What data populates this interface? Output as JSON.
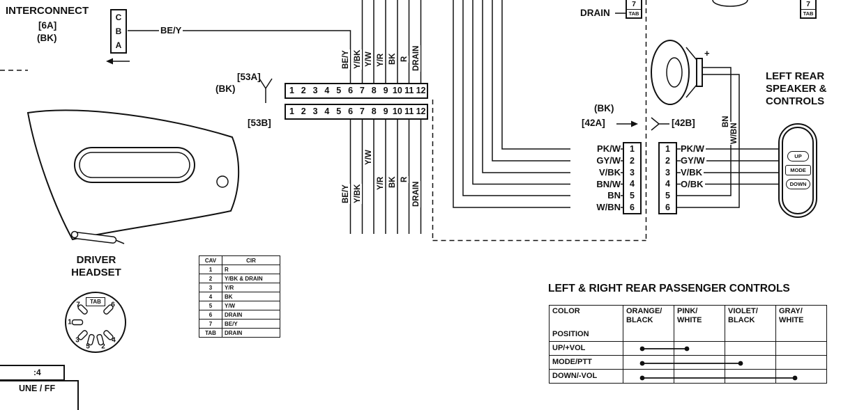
{
  "colors": {
    "ink": "#111111",
    "bg": "#ffffff"
  },
  "interconnect": {
    "title": "INTERCONNECT",
    "ref": "[6A]",
    "color": "(BK)",
    "pins": [
      "C",
      "B",
      "A"
    ],
    "wire": "BE/Y"
  },
  "c53": {
    "color": "(BK)",
    "ref_a": "[53A]",
    "ref_b": "[53B]",
    "pins": [
      "1",
      "2",
      "3",
      "4",
      "5",
      "6",
      "7",
      "8",
      "9",
      "10",
      "11",
      "12"
    ],
    "top_wires": [
      "BE/Y",
      "Y/BK",
      "Y/W",
      "Y/R",
      "BK",
      "R",
      "DRAIN"
    ],
    "bottom_wires": [
      "BE/Y",
      "Y/BK",
      "Y/W",
      "Y/R",
      "BK",
      "R",
      "DRAIN"
    ]
  },
  "drain_connector": {
    "label": "DRAIN",
    "pin": "7",
    "tab": "TAB"
  },
  "corner_connector": {
    "pin": "7",
    "tab": "TAB"
  },
  "headset": {
    "title": [
      "DRIVER",
      "HEADSET"
    ],
    "positions": [
      "TAB",
      "7",
      "6",
      "1",
      "3",
      "5",
      "2",
      "4"
    ]
  },
  "cav_table": {
    "headers": [
      "CAV",
      "CIR"
    ],
    "rows": [
      [
        "1",
        "R"
      ],
      [
        "2",
        "Y/BK & DRAIN"
      ],
      [
        "3",
        "Y/R"
      ],
      [
        "4",
        "BK"
      ],
      [
        "5",
        "Y/W"
      ],
      [
        "6",
        "DRAIN"
      ],
      [
        "7",
        "BE/Y"
      ],
      [
        "TAB",
        "DRAIN"
      ]
    ]
  },
  "c42": {
    "color": "(BK)",
    "ref_a": "[42A]",
    "ref_b": "[42B]",
    "pins": [
      "1",
      "2",
      "3",
      "4",
      "5",
      "6"
    ],
    "left_wires": [
      "PK/W",
      "GY/W",
      "V/BK",
      "BN/W",
      "BN",
      "W/BN"
    ],
    "right_wires": [
      "PK/W",
      "GY/W",
      "V/BK",
      "O/BK"
    ],
    "speaker_wires": [
      "BN",
      "W/BN"
    ]
  },
  "speaker": {
    "plus": "+",
    "title": [
      "LEFT REAR",
      "SPEAKER &",
      "CONTROLS"
    ]
  },
  "pod": {
    "buttons": [
      "UP",
      "MODE",
      "DOWN"
    ]
  },
  "passenger": {
    "title": "LEFT & RIGHT REAR PASSENGER CONTROLS",
    "corner": {
      "top": "COLOR",
      "bottom": "POSITION"
    },
    "columns": [
      [
        "ORANGE/",
        "BLACK"
      ],
      [
        "PINK/",
        "WHITE"
      ],
      [
        "VIOLET/",
        "BLACK"
      ],
      [
        "GRAY/",
        "WHITE"
      ]
    ],
    "rows": [
      "UP/+VOL",
      "MODE/PTT",
      "DOWN/-VOL"
    ],
    "connections": [
      {
        "row": 0,
        "from": 0,
        "to": 1
      },
      {
        "row": 1,
        "from": 0,
        "to": 2
      },
      {
        "row": 2,
        "from": 0,
        "to": 3
      }
    ]
  },
  "partial": {
    "row1": ":4",
    "row2": "UNE / FF"
  }
}
